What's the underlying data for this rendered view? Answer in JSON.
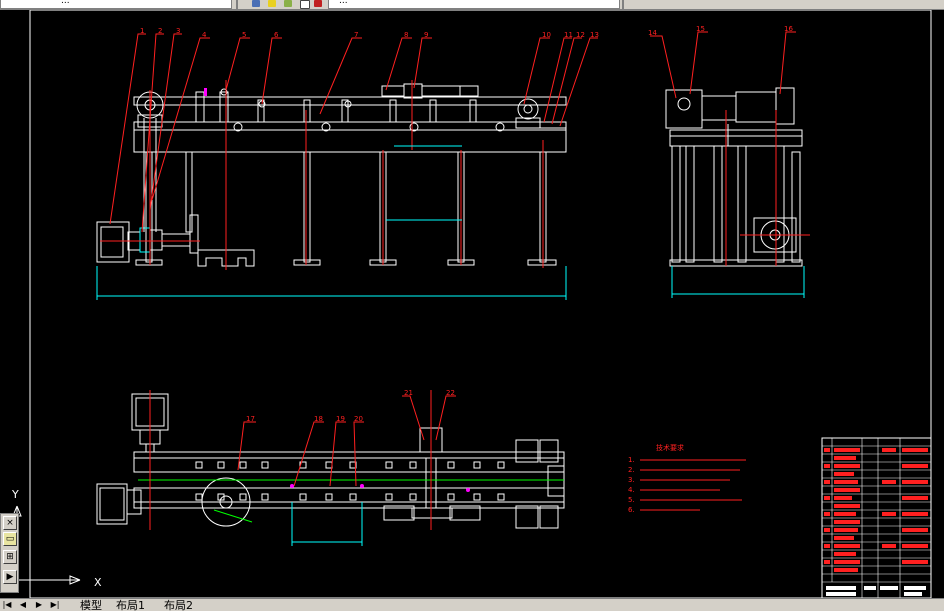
{
  "toolbar": {
    "combo_left_text": "...",
    "combo_right_text": "...",
    "icons": [
      "layer-icon",
      "sun-icon",
      "lock-icon",
      "layer-color-icon",
      "layer-dropdown-icon"
    ]
  },
  "drawing": {
    "front_view_balloons": [
      "1",
      "2",
      "3",
      "4",
      "5",
      "6",
      "7",
      "8",
      "9",
      "10",
      "11",
      "12",
      "13"
    ],
    "side_view_balloons": [
      "14",
      "15",
      "16"
    ],
    "top_view_balloons": [
      "17",
      "18",
      "19",
      "20",
      "21",
      "22"
    ],
    "technical_requirements_title": "技术要求",
    "technical_requirements_lines": [
      "1.",
      "2.",
      "3.",
      "4.",
      "5.",
      "6."
    ]
  },
  "ucs": {
    "y_label": "Y",
    "x_label": "X"
  },
  "left_palette": {
    "buttons": [
      "×",
      "▭",
      "⊞",
      "▶"
    ]
  },
  "tabs": {
    "nav": [
      "|◀",
      "◀",
      "▶",
      "▶|"
    ],
    "items": [
      "模型",
      "布局1",
      "布局2"
    ]
  },
  "colors": {
    "background": "#000000",
    "line_white": "#ffffff",
    "line_red": "#ff2020",
    "line_cyan": "#00ffff",
    "line_green": "#00ff00",
    "line_magenta": "#ff00ff",
    "chrome": "#d4d0c8"
  }
}
